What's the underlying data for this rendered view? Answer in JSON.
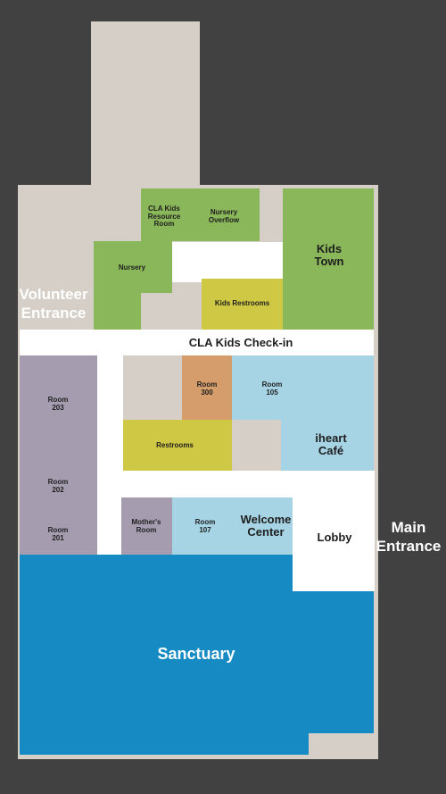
{
  "colors": {
    "background": "#414141",
    "building": "#d5cfc8",
    "hallway": "#ffffff",
    "kids_green": "#8ab75a",
    "kids_restrooms_yellow": "#cfc844",
    "classroom_purple": "#a59cb0",
    "room_orange": "#d49d6b",
    "cafe_light_blue": "#a6d4e5",
    "sanctuary_blue": "#168bc3"
  },
  "labels": {
    "volunteer_entrance": "Volunteer\nEntrance",
    "main_entrance": "Main\nEntrance",
    "cla_kids_resource_room": "CLA Kids\nResource\nRoom",
    "nursery_overflow": "Nursery\nOverflow",
    "nursery": "Nursery",
    "kids_town": "Kids\nTown",
    "kids_restrooms": "Kids Restrooms",
    "cla_kids_checkin": "CLA Kids Check-in",
    "room_203": "Room\n203",
    "room_300": "Room\n300",
    "room_105": "Room\n105",
    "restrooms": "Restrooms",
    "iheart_cafe": "iheart\nCafé",
    "room_202": "Room\n202",
    "room_201": "Room\n201",
    "mothers_room": "Mother's\nRoom",
    "room_107": "Room\n107",
    "welcome_center": "Welcome\nCenter",
    "lobby": "Lobby",
    "sanctuary": "Sanctuary"
  }
}
